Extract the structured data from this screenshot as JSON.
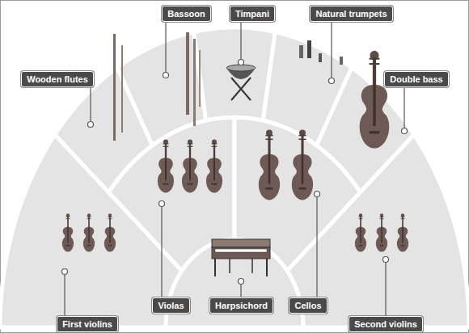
{
  "diagram": {
    "nodes": [
      {
        "text": [
          "Bassoon"
        ]
      },
      {
        "text": [
          "Timpani"
        ]
      },
      {
        "text": [
          "Natural trumpets"
        ]
      },
      {
        "text": [
          "Wooden flutes"
        ]
      },
      {
        "text": [
          "Double bass"
        ]
      },
      {
        "text": [
          "Violas"
        ]
      },
      {
        "text": [
          "Harpsichord"
        ]
      },
      {
        "text": [
          "Cellos"
        ]
      },
      {
        "text": [
          "First violins"
        ]
      },
      {
        "text": [
          "Second violins"
        ]
      }
    ]
  }
}
